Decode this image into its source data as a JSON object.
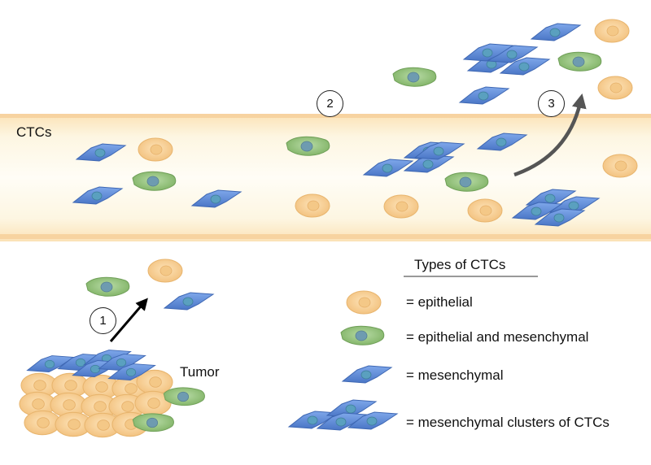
{
  "vessel": {
    "label": "CTCs"
  },
  "tumor": {
    "label": "Tumor"
  },
  "steps": [
    "1",
    "2",
    "3"
  ],
  "legend": {
    "title": "Types of CTCs",
    "items": [
      {
        "type": "epithelial",
        "text": "=  epithelial"
      },
      {
        "type": "hybrid",
        "text": "=  epithelial and mesenchymal"
      },
      {
        "type": "mesenchymal",
        "text": "=  mesenchymal"
      },
      {
        "type": "cluster",
        "text": "=  mesenchymal clusters of CTCs"
      }
    ]
  },
  "colors": {
    "epithelial": "#f5c98a",
    "hybrid": "#8fbf78",
    "mesenchymal": "#5b87d6",
    "vessel_wall": "#f3c98e",
    "arrow_dark": "#000000",
    "arrow_gray": "#555555"
  }
}
